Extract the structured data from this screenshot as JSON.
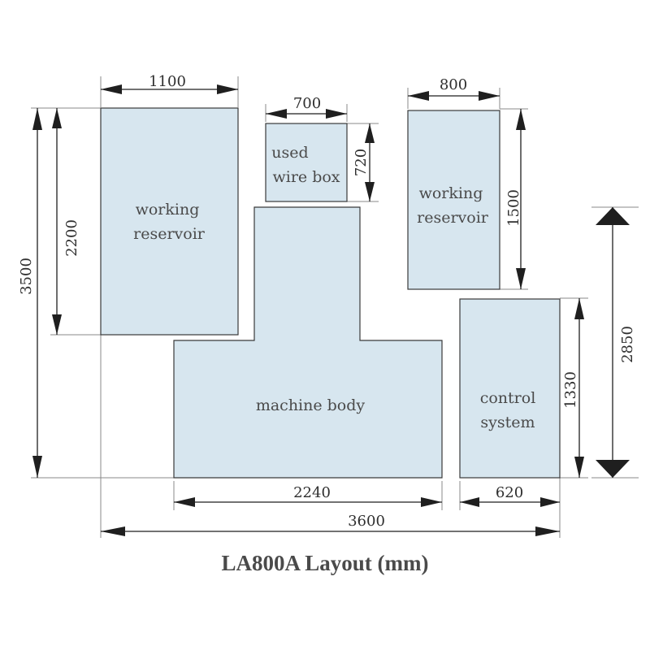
{
  "title": "LA800A Layout (mm)",
  "components": {
    "working_reservoir_left": {
      "line1": "working",
      "line2": "reservoir"
    },
    "used_wire_box": {
      "line1": "used",
      "line2": "wire box"
    },
    "working_reservoir_right": {
      "line1": "working",
      "line2": "reservoir"
    },
    "machine_body": {
      "label": "machine body"
    },
    "control_system": {
      "line1": "control",
      "line2": "system"
    }
  },
  "dimensions": {
    "reservoir_left_width": "1100",
    "wire_box_width": "700",
    "wire_box_height": "720",
    "reservoir_right_width": "800",
    "reservoir_right_height": "1500",
    "reservoir_left_height": "2200",
    "total_height": "3500",
    "control_height": "1330",
    "overall_right_height": "2850",
    "machine_body_width": "2240",
    "control_width": "620",
    "total_width": "3600"
  }
}
